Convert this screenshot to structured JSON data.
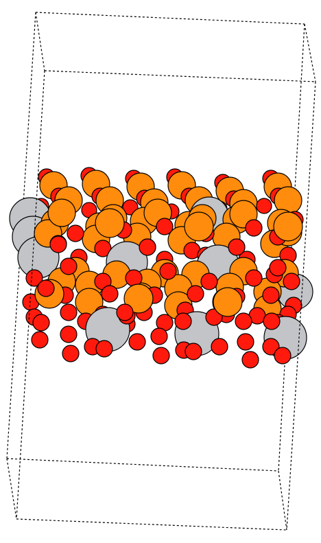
{
  "scene": {
    "kind": "atomistic-slab-structure",
    "colors": {
      "oxygen": "#ff1a0d",
      "orange_species": "#ff8c0d",
      "grey_species": "#c2c4c8",
      "outline": "#000000",
      "background": "#ffffff"
    },
    "species": [
      {
        "key": "grey",
        "color": "#c2c4c8"
      },
      {
        "key": "orange",
        "color": "#ff8c0d"
      },
      {
        "key": "red",
        "color": "#ff1a0d"
      }
    ]
  }
}
